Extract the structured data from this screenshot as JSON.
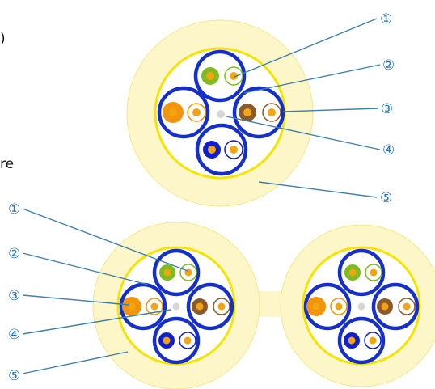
{
  "fragments": {
    "top_left": ")",
    "mid_left": "re"
  },
  "callouts": {
    "c1": "①",
    "c2": "②",
    "c3": "③",
    "c4": "④",
    "c5": "⑤"
  },
  "colors": {
    "jacket": "#fdf6c8",
    "jacket_edge": "#f3e98a",
    "binder": "#f5e400",
    "pair_tube": "#1530c8",
    "leader": "#3f7fae",
    "callout_text": "#1f73b7",
    "green": "#7dbb1e",
    "orange": "#f2950c",
    "brown": "#8a5a2c",
    "blue": "#101fc9",
    "center": "#d6d6d6",
    "conductor": "#f2a411"
  }
}
